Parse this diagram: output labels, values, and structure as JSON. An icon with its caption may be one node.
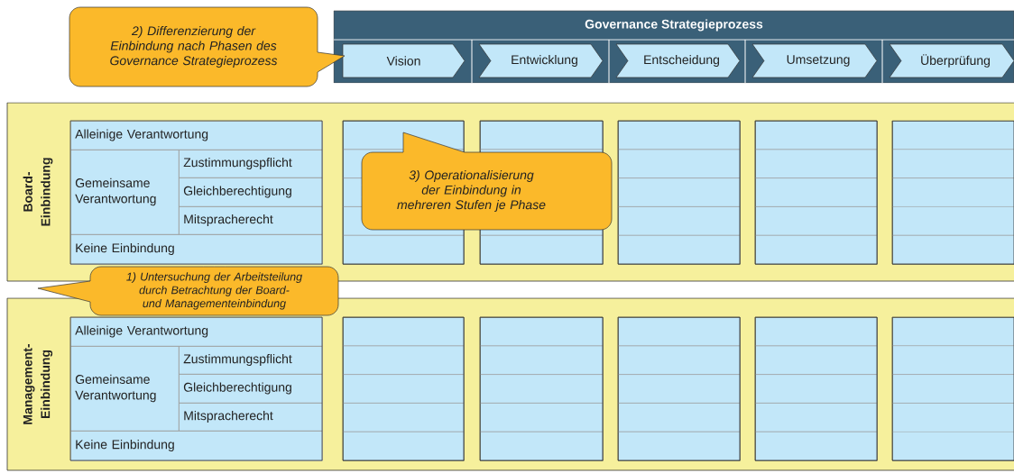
{
  "diagram": {
    "nodes": [
      {
        "text": [
          "2) Differenzierung der Einbindung nach Phasen des Governance Strategieprozess"
        ]
      },
      {
        "text": [
          "Governance Strategieprozess"
        ]
      },
      {
        "text": [
          "Vision"
        ],
        "in": 1
      },
      {
        "text": [
          "Entwicklung"
        ],
        "in": 1
      },
      {
        "text": [
          "Entscheidung"
        ],
        "in": 1
      },
      {
        "text": [
          "Umsetzung"
        ],
        "in": 1
      },
      {
        "text": [
          "Überprüfung"
        ],
        "in": 1
      },
      {
        "text": [
          "Board- Einbindung"
        ]
      },
      {
        "text": [
          "Alleinige Verantwortung"
        ],
        "in": 7
      },
      {
        "text": [
          "Gemeinsame Verantwortung"
        ],
        "in": 7
      },
      {
        "text": [
          "Zustimmungspflicht"
        ],
        "in": 7
      },
      {
        "text": [
          "Gleichberechtigung"
        ],
        "in": 7
      },
      {
        "text": [
          "Mitspracherecht"
        ],
        "in": 7
      },
      {
        "text": [
          "Keine Einbindung"
        ],
        "in": 7
      },
      {
        "text": [],
        "shape": "box",
        "in": 7
      },
      {
        "text": [],
        "shape": "box",
        "in": 7
      },
      {
        "text": [],
        "shape": "box",
        "in": 7
      },
      {
        "text": [],
        "shape": "box",
        "in": 7
      },
      {
        "text": [],
        "shape": "box",
        "in": 7
      },
      {
        "text": [
          "3) Operationalisierung der Einbindung in mehreren Stufen je Phase"
        ],
        "in": 7
      },
      {
        "text": [
          "1) Untersuchung der Arbeitsteilung durch Betrachtung der Board- und Managementeinbindung"
        ]
      },
      {
        "text": [
          "Management- Einbindung"
        ]
      },
      {
        "text": [
          "Alleinige Verantwortung"
        ],
        "in": 21
      },
      {
        "text": [
          "Gemeinsame Verantwortung"
        ],
        "in": 21
      },
      {
        "text": [
          "Zustimmungspflicht"
        ],
        "in": 21
      },
      {
        "text": [
          "Gleichberechtigung"
        ],
        "in": 21
      },
      {
        "text": [
          "Mitspracherecht"
        ],
        "in": 21
      },
      {
        "text": [
          "Keine Einbindung"
        ],
        "in": 21
      },
      {
        "text": [],
        "shape": "box",
        "in": 21
      },
      {
        "text": [],
        "shape": "box",
        "in": 21
      },
      {
        "text": [],
        "shape": "box",
        "in": 21
      },
      {
        "text": [],
        "shape": "box",
        "in": 21
      },
      {
        "text": [],
        "shape": "box",
        "in": 21
      }
    ]
  }
}
